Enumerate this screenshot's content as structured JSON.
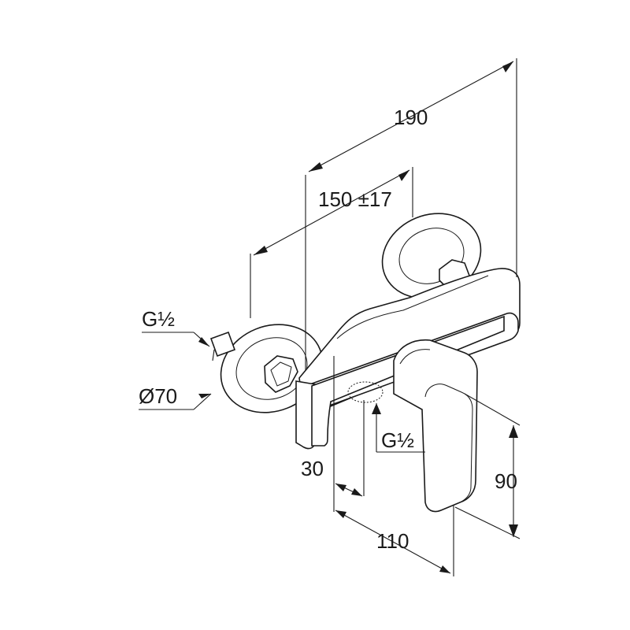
{
  "drawing": {
    "labels": {
      "overall_width": "190",
      "center_distance": "150 ±17",
      "inlet_thread": "G½",
      "flange_diameter": "Ø70",
      "outlet_thread": "G½",
      "outlet_offset": "30",
      "body_depth": "110",
      "lever_height": "90"
    }
  }
}
